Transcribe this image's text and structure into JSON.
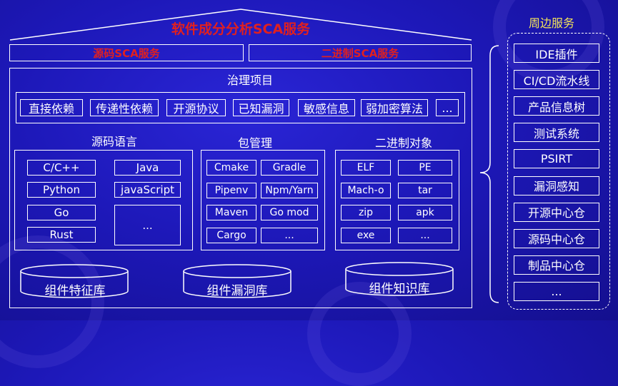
{
  "title": "软件成分分析SCA服务",
  "source_sca": "源码SCA服务",
  "binary_sca": "二进制SCA服务",
  "governance": {
    "title": "治理项目",
    "items": [
      "直接依赖",
      "传递性依赖",
      "开源协议",
      "已知漏洞",
      "敏感信息",
      "弱加密算法",
      "..."
    ]
  },
  "languages": {
    "title": "源码语言",
    "items": [
      "C/C++",
      "Java",
      "Python",
      "javaScript",
      "Go",
      "...",
      "Rust"
    ]
  },
  "package_mgmt": {
    "title": "包管理",
    "items": [
      "Cmake",
      "Gradle",
      "Pipenv",
      "Npm/Yarn",
      "Maven",
      "Go mod",
      "Cargo",
      "..."
    ]
  },
  "binary_objects": {
    "title": "二进制对象",
    "items": [
      "ELF",
      "PE",
      "Mach-o",
      "tar",
      "zip",
      "apk",
      "exe",
      "..."
    ]
  },
  "databases": [
    "组件特征库",
    "组件漏洞库",
    "组件知识库"
  ],
  "peripheral": {
    "title": "周边服务",
    "items": [
      "IDE插件",
      "CI/CD流水线",
      "产品信息树",
      "测试系统",
      "PSIRT",
      "漏洞感知",
      "开源中心仓",
      "源码中心仓",
      "制品中心仓",
      "..."
    ]
  },
  "colors": {
    "title_red": "#e02020",
    "line": "#ffffff",
    "accent": "#f2e35a",
    "background": "#1d18b8"
  }
}
